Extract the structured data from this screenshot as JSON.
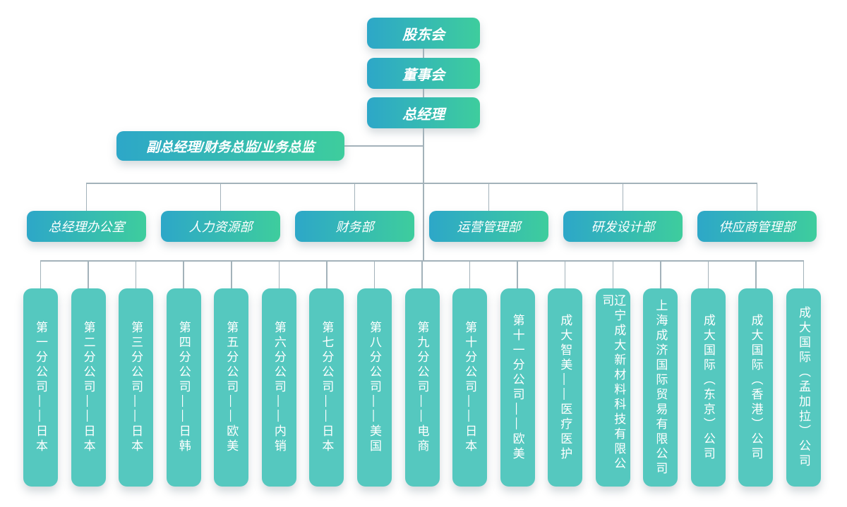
{
  "org_chart": {
    "top_chain": [
      {
        "label": "股东会"
      },
      {
        "label": "董事会"
      },
      {
        "label": "总经理"
      }
    ],
    "staff": {
      "label": "副总经理/财务总监/业务总监"
    },
    "departments": [
      {
        "label": "总经理办公室"
      },
      {
        "label": "人力资源部"
      },
      {
        "label": "财务部"
      },
      {
        "label": "运营管理部"
      },
      {
        "label": "研发设计部"
      },
      {
        "label": "供应商管理部"
      }
    ],
    "branches": [
      {
        "label": "第一分公司——日本"
      },
      {
        "label": "第二分公司——日本"
      },
      {
        "label": "第三分公司——日本"
      },
      {
        "label": "第四分公司——日韩"
      },
      {
        "label": "第五分公司——欧美"
      },
      {
        "label": "第六分公司——内销"
      },
      {
        "label": "第七分公司——日本"
      },
      {
        "label": "第八分公司——美国"
      },
      {
        "label": "第九分公司——电商"
      },
      {
        "label": "第十分公司——日本"
      },
      {
        "label": "第十一分公司——欧美"
      },
      {
        "label": "成大智美——医疗医护"
      },
      {
        "label": "辽宁成大新材料科技有限公司"
      },
      {
        "label": "上海成济国际贸易有限公司"
      },
      {
        "label": "成大国际（东京）公司"
      },
      {
        "label": "成大国际（香港）公司"
      },
      {
        "label": "成大国际（孟加拉）公司"
      }
    ]
  },
  "colors": {
    "grad_start": "#2da7c8",
    "grad_end": "#3ecd9d",
    "branch_fill": "#55c8bf",
    "line_color": "#a3b2ba",
    "text_color": "#ffffff"
  }
}
